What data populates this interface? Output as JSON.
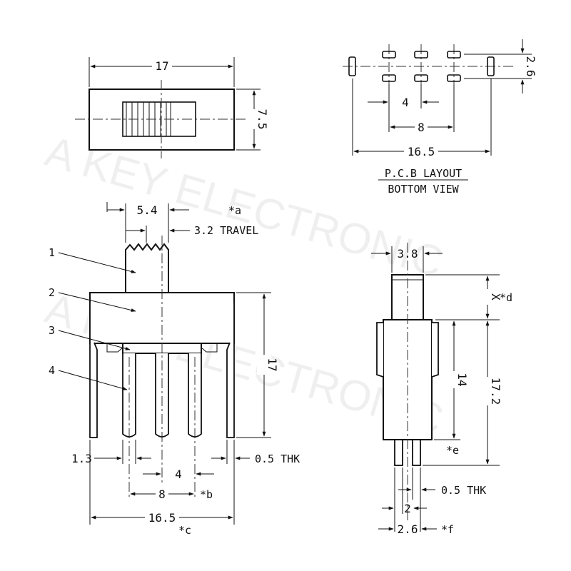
{
  "watermark": {
    "line1": "A KEY ELECTRONIC",
    "line2": "A KEY ELECTRONIC"
  },
  "top_view": {
    "width_dim": "17",
    "height_dim": "7.5"
  },
  "pcb_layout": {
    "title_line1": "P.C.B LAYOUT",
    "title_line2": "BOTTOM VIEW",
    "pad_spacing_dim": "2.6",
    "pitch_small_dim": "4",
    "pitch_large_dim": "8",
    "overall_dim": "16.5"
  },
  "front_view": {
    "actuator_width_dim": "5.4",
    "note_a": "*a",
    "travel_dim": "3.2 TRAVEL",
    "height_dim": "17",
    "lead_offset_dim": "1.3",
    "thickness_note": "0.5 THK",
    "pin_pitch_small_dim": "4",
    "pin_pitch_large_dim": "8",
    "note_b": "*b",
    "overall_dim": "16.5",
    "note_c": "*c",
    "callouts": [
      "1",
      "2",
      "3",
      "4"
    ]
  },
  "side_view": {
    "actuator_width_dim": "3.8",
    "actuator_height_dim": "X",
    "note_d": "*d",
    "body_height_dim": "14",
    "total_height_dim": "17.2",
    "note_e": "*e",
    "thickness_note": "0.5 THK",
    "pin_width_dim": "2",
    "pin_span_dim": "2.6",
    "note_f": "*f"
  }
}
